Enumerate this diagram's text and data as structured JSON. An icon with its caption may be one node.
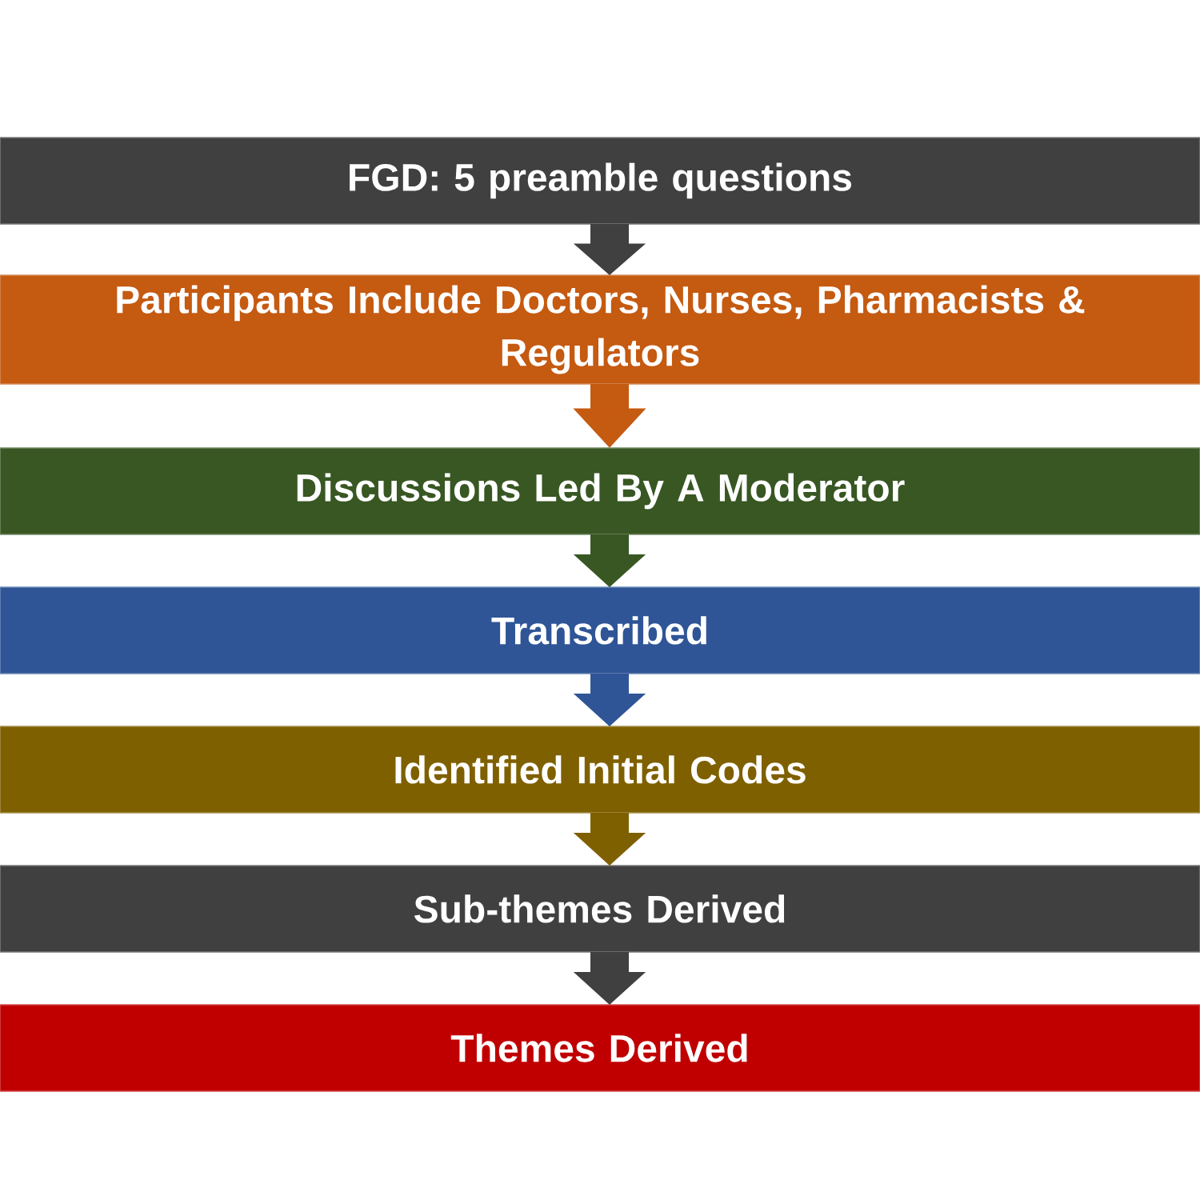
{
  "diagram": {
    "nodes": [
      {
        "text": [
          "FGD: 5 preamble questions"
        ]
      },
      {
        "text": [
          "Participants Include Doctors, Nurses, Pharmacists & Regulators"
        ]
      },
      {
        "text": [
          "Discussions Led By A Moderator"
        ]
      },
      {
        "text": [
          "Transcribed"
        ]
      },
      {
        "text": [
          "Identified Initial Codes"
        ]
      },
      {
        "text": [
          "Sub-themes Derived"
        ]
      },
      {
        "text": [
          "Themes Derived"
        ]
      }
    ],
    "edges": [
      {
        "from": 0,
        "to": 1,
        "arrow": "to",
        "color": "#404040"
      },
      {
        "from": 1,
        "to": 2,
        "arrow": "to",
        "color": "#c55a11"
      },
      {
        "from": 2,
        "to": 3,
        "arrow": "to",
        "color": "#385723"
      },
      {
        "from": 3,
        "to": 4,
        "arrow": "to",
        "color": "#2f5597"
      },
      {
        "from": 4,
        "to": 5,
        "arrow": "to",
        "color": "#7f6000"
      },
      {
        "from": 5,
        "to": 6,
        "arrow": "to",
        "color": "#404040"
      }
    ]
  }
}
